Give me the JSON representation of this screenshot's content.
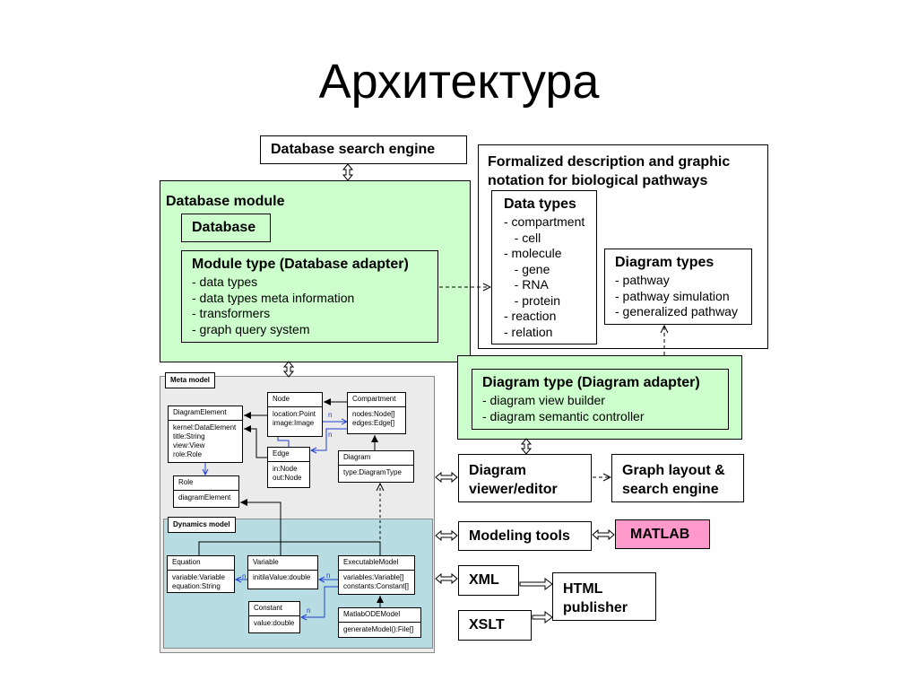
{
  "title": "Архитектура",
  "search_engine": "Database search engine",
  "formalized": {
    "title": "Formalized description and graphic notation for biological pathways",
    "data_types": {
      "title": "Data types",
      "items": [
        "- compartment",
        "   - cell",
        "- molecule",
        "   - gene",
        "   - RNA",
        "   - protein",
        "- reaction",
        "- relation"
      ]
    },
    "diagram_types": {
      "title": "Diagram types",
      "items": [
        "- pathway",
        "- pathway simulation",
        "- generalized pathway"
      ]
    }
  },
  "db_module": {
    "title": "Database module",
    "database": "Database",
    "module_type": {
      "title": "Module type (Database adapter)",
      "items": [
        "- data types",
        "- data types meta information",
        "- transformers",
        "- graph query system"
      ]
    }
  },
  "diagram_adapter": {
    "title": "Diagram type (Diagram adapter)",
    "items": [
      "- diagram view builder",
      "- diagram semantic controller"
    ]
  },
  "viewer": "Diagram viewer/editor",
  "graph_layout": "Graph layout & search engine",
  "modeling_tools": "Modeling tools",
  "matlab": "MATLAB",
  "xml": "XML",
  "xslt": "XSLT",
  "html_publisher": "HTML publisher",
  "meta_model": {
    "title": "Meta model",
    "node": {
      "name": "Node",
      "attrs": [
        "location:Point",
        "image:Image"
      ]
    },
    "compartment": {
      "name": "Compartment",
      "attrs": [
        "nodes:Node[]",
        "edges:Edge[]"
      ]
    },
    "diagram_element": {
      "name": "DiagramElement",
      "attrs": [
        "kernel:DataElement",
        "title:String",
        "view:View",
        "role:Role"
      ]
    },
    "edge": {
      "name": "Edge",
      "attrs": [
        "in:Node",
        "out:Node"
      ]
    },
    "diagram": {
      "name": "Diagram",
      "attrs": [
        "type:DiagramType"
      ]
    },
    "role": {
      "name": "Role",
      "attrs": [
        "diagramElement"
      ]
    },
    "n_label": "n",
    "dynamics": {
      "title": "Dynamics model",
      "equation": {
        "name": "Equation",
        "attrs": [
          "variable:Variable",
          "equation:String"
        ]
      },
      "variable": {
        "name": "Variable",
        "attrs": [
          "initilaValue:double"
        ]
      },
      "executable": {
        "name": "ExecutableModel",
        "attrs": [
          "variables:Variable[]",
          "constants:Constant[]"
        ]
      },
      "constant": {
        "name": "Constant",
        "attrs": [
          "value:double"
        ]
      },
      "matlab_ode": {
        "name": "MatlabODEModel",
        "attrs": [
          "generateModel():File[]"
        ]
      }
    }
  },
  "colors": {
    "green": "#ccffcc",
    "meta_bg": "#ebebeb",
    "dynamics_bg": "#b7dde2",
    "matlab_bg": "#ff99cc",
    "assoc": "#1f3fcf"
  }
}
